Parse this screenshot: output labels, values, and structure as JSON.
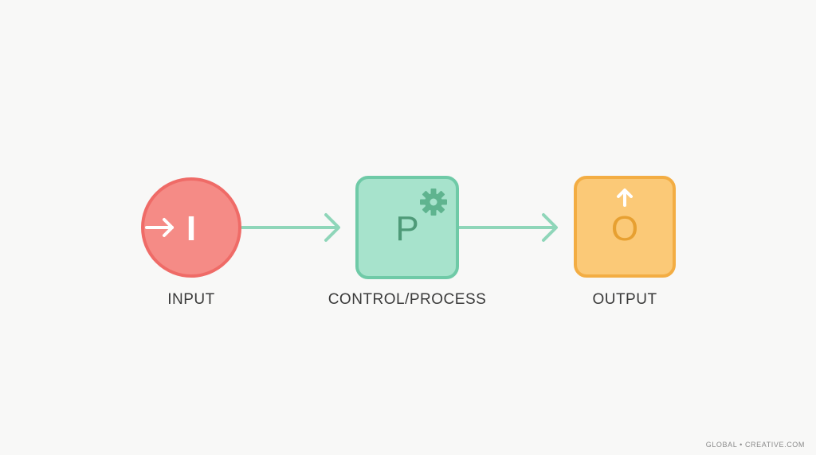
{
  "diagram": {
    "nodes": [
      {
        "id": "input",
        "shape": "circle",
        "letter": "I",
        "label": "INPUT",
        "fill": "#f58b86",
        "stroke": "#ef6b67",
        "icon": "arrow-right-to-bar-icon"
      },
      {
        "id": "process",
        "shape": "rounded-square",
        "letter": "P",
        "label": "CONTROL/PROCESS",
        "fill": "#a7e3cc",
        "stroke": "#6fcaa7",
        "icon": "gear-icon"
      },
      {
        "id": "output",
        "shape": "rounded-square",
        "letter": "O",
        "label": "OUTPUT",
        "fill": "#fbc977",
        "stroke": "#f3ad43",
        "icon": "arrow-up-icon"
      }
    ],
    "edges": [
      {
        "from": "input",
        "to": "process",
        "color": "#8fd6b9"
      },
      {
        "from": "process",
        "to": "output",
        "color": "#8fd6b9"
      }
    ]
  },
  "colors": {
    "background": "#f8f8f7",
    "label_text": "#3a3a3a",
    "input_letter": "#ffffff",
    "process_letter": "#4e9a78",
    "output_letter": "#e7a031",
    "process_gear": "#5fb48f",
    "output_arrow": "#ffffff"
  },
  "watermark": "GLOBAL • CREATIVE.COM"
}
